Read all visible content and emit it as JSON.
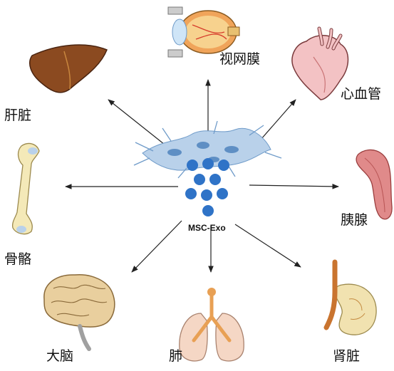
{
  "center": {
    "label": "MSC-Exo"
  },
  "organs": {
    "liver": "肝脏",
    "retina": "视网膜",
    "cardiovascular": "心血管",
    "pancreas": "胰腺",
    "kidney": "肾脏",
    "lung": "肺",
    "brain": "大脑",
    "bone": "骨骼"
  },
  "colors": {
    "arrow": "#222222",
    "exosome": "#2f73c7",
    "cell": "#8fb5dc",
    "liver": "#8b4a20",
    "heart": "#f3c2c4",
    "pancreas": "#e08a8a",
    "bone": "#f4e9b8",
    "lung": "#f5d7c5",
    "trachea": "#e8a054",
    "brain": "#e9cf9e",
    "kidney": "#f1e2b0"
  }
}
